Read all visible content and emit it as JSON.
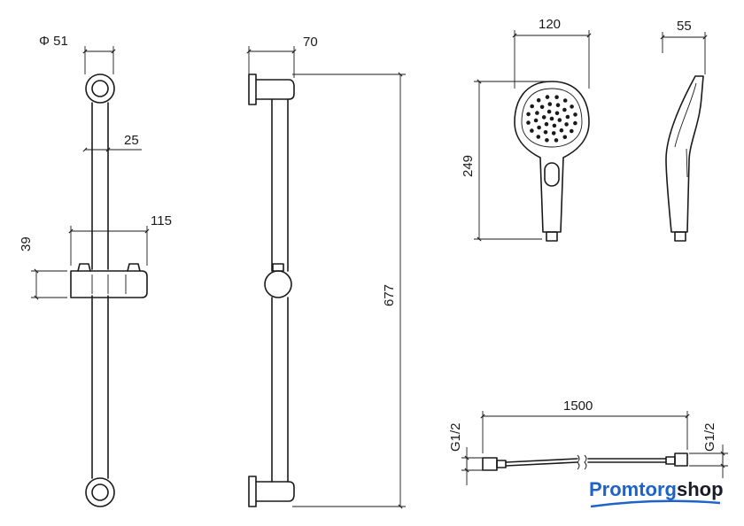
{
  "dimensions": {
    "bar_diameter": "Φ 51",
    "bar_width": "25",
    "holder_height": "39",
    "holder_depth": "115",
    "side_offset": "70",
    "bar_length": "677",
    "head_width": "120",
    "head_length": "249",
    "head_thickness": "55",
    "hose_length": "1500",
    "hose_thread_left": "G1/2",
    "hose_thread_right": "G1/2"
  },
  "logo": {
    "part1": "Promtorg",
    "part2": "shop"
  },
  "colors": {
    "line": "#1a1a1a",
    "brand_blue": "#1e63c8",
    "brand_dark": "#1a1a2a"
  }
}
